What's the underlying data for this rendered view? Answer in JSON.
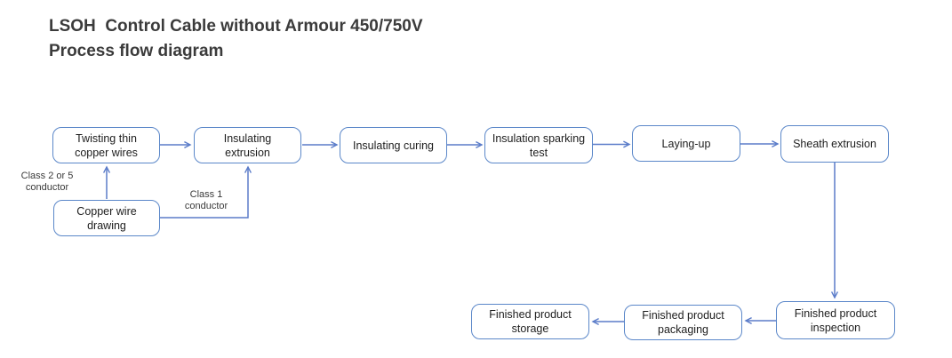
{
  "title": {
    "line1": "LSOH  Control Cable without Armour 450/750V",
    "line2": "Process flow diagram"
  },
  "nodes": [
    {
      "id": "twisting-thin-copper-wires",
      "label": "Twisting thin copper wires"
    },
    {
      "id": "insulating-extrusion",
      "label": "Insulating extrusion"
    },
    {
      "id": "insulating-curing",
      "label": "Insulating curing"
    },
    {
      "id": "insulation-sparking-test",
      "label": "Insulation sparking test"
    },
    {
      "id": "laying-up",
      "label": "Laying-up"
    },
    {
      "id": "sheath-extrusion",
      "label": "Sheath extrusion"
    },
    {
      "id": "copper-wire-drawing",
      "label": "Copper wire drawing"
    },
    {
      "id": "finished-product-inspection",
      "label": "Finished product inspection"
    },
    {
      "id": "finished-product-packaging",
      "label": "Finished product packaging"
    },
    {
      "id": "finished-product-storage",
      "label": "Finished product storage"
    }
  ],
  "edge_labels": {
    "class_2_or_5": "Class 2 or 5 conductor",
    "class_1": "Class 1 conductor"
  },
  "edges": [
    {
      "from": "twisting-thin-copper-wires",
      "to": "insulating-extrusion"
    },
    {
      "from": "insulating-extrusion",
      "to": "insulating-curing"
    },
    {
      "from": "insulating-curing",
      "to": "insulation-sparking-test"
    },
    {
      "from": "insulation-sparking-test",
      "to": "laying-up"
    },
    {
      "from": "laying-up",
      "to": "sheath-extrusion"
    },
    {
      "from": "copper-wire-drawing",
      "to": "twisting-thin-copper-wires",
      "label": "Class 2 or 5 conductor"
    },
    {
      "from": "copper-wire-drawing",
      "to": "insulating-extrusion",
      "label": "Class 1 conductor"
    },
    {
      "from": "sheath-extrusion",
      "to": "finished-product-inspection"
    },
    {
      "from": "finished-product-inspection",
      "to": "finished-product-packaging"
    },
    {
      "from": "finished-product-packaging",
      "to": "finished-product-storage"
    }
  ],
  "colors": {
    "box_border": "#5b87c9",
    "box_fill": "#ffffff",
    "arrow": "#5b7cc9",
    "title_text": "#3b3b3b",
    "node_text": "#1d1d1d"
  }
}
